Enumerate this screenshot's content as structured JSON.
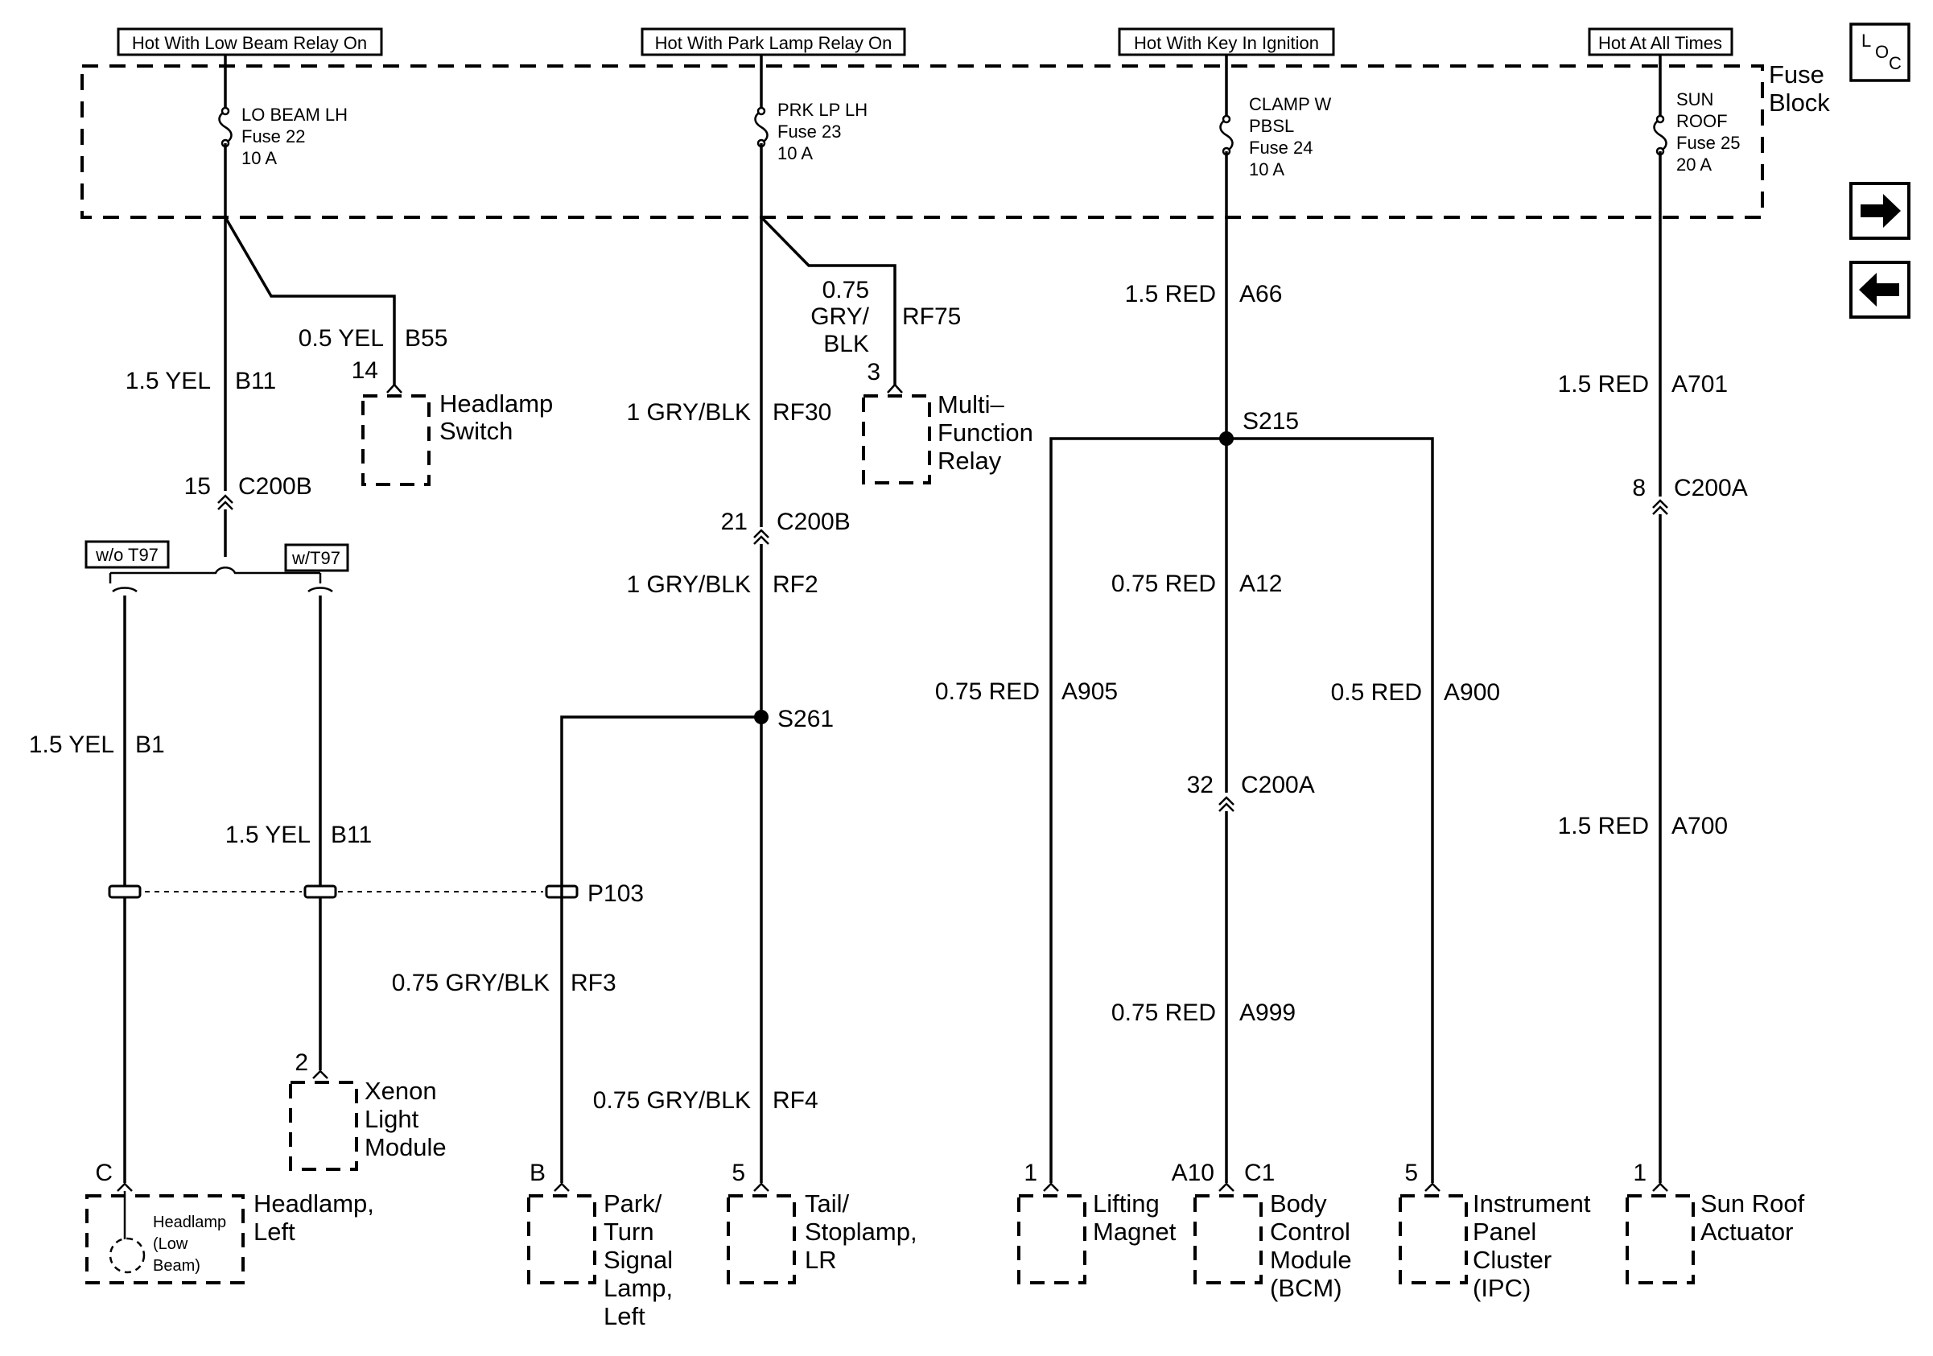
{
  "headers": {
    "h1": "Hot With Low Beam Relay On",
    "h2": "Hot With Park Lamp Relay On",
    "h3": "Hot With Key In Ignition",
    "h4": "Hot At All Times"
  },
  "fuse_block": {
    "label_1": "Fuse",
    "label_2": "Block"
  },
  "fuses": {
    "f22": [
      "LO BEAM LH",
      "Fuse 22",
      "10 A"
    ],
    "f23": [
      "PRK LP LH",
      "Fuse 23",
      "10 A"
    ],
    "f24": [
      "CLAMP W",
      "PBSL",
      "Fuse 24",
      "10 A"
    ],
    "f25": [
      "SUN",
      "ROOF",
      "Fuse 25",
      "20 A"
    ]
  },
  "loc": {
    "l": "L",
    "o": "O",
    "c": "C"
  },
  "wires": {
    "b11_top": [
      "1.5 YEL",
      "B11"
    ],
    "b55": [
      "0.5 YEL",
      "B55"
    ],
    "rf30": [
      "1 GRY/BLK",
      "RF30"
    ],
    "rf75_size": "0.75",
    "rf75_color_1": "GRY/",
    "rf75_color_2": "BLK",
    "rf75_circuit": "RF75",
    "rf2": [
      "1 GRY/BLK",
      "RF2"
    ],
    "a66": [
      "1.5 RED",
      "A66"
    ],
    "a12": [
      "0.75 RED",
      "A12"
    ],
    "a905": [
      "0.75 RED",
      "A905"
    ],
    "a900": [
      "0.5 RED",
      "A900"
    ],
    "a999": [
      "0.75 RED",
      "A999"
    ],
    "a701": [
      "1.5 RED",
      "A701"
    ],
    "a700": [
      "1.5 RED",
      "A700"
    ],
    "b1": [
      "1.5 YEL",
      "B1"
    ],
    "b11_low": [
      "1.5 YEL",
      "B11"
    ],
    "rf3": [
      "0.75 GRY/BLK",
      "RF3"
    ],
    "rf4": [
      "0.75 GRY/BLK",
      "RF4"
    ]
  },
  "connectors": {
    "c200b_15": [
      "15",
      "C200B"
    ],
    "c200b_21": [
      "21",
      "C200B"
    ],
    "c200a_32": [
      "32",
      "C200A"
    ],
    "c200a_8": [
      "8",
      "C200A"
    ],
    "p103": "P103"
  },
  "splices": {
    "s215": "S215",
    "s261": "S261"
  },
  "options": {
    "wo_t97": "w/o T97",
    "w_t97": "w/T97"
  },
  "pins": {
    "hs": "14",
    "mfr": "3",
    "xenon": "2",
    "headlamp": "C",
    "park": "B",
    "tail": "5",
    "lift": "1",
    "bcm_a": "A10",
    "bcm_b": "C1",
    "ipc": "5",
    "sun": "1"
  },
  "components": {
    "headlamp_switch": [
      "Headlamp",
      "Switch"
    ],
    "mfr": [
      "Multi–",
      "Function",
      "Relay"
    ],
    "xenon": [
      "Xenon",
      "Light",
      "Module"
    ],
    "headlamp_left": [
      "Headlamp,",
      "Left"
    ],
    "headlamp_inner": [
      "Headlamp",
      "(Low",
      "Beam)"
    ],
    "park_turn": [
      "Park/",
      "Turn",
      "Signal",
      "Lamp,",
      "Left"
    ],
    "tail": [
      "Tail/",
      "Stoplamp,",
      "LR"
    ],
    "lifting": [
      "Lifting",
      "Magnet"
    ],
    "bcm": [
      "Body",
      "Control",
      "Module",
      "(BCM)"
    ],
    "ipc": [
      "Instrument",
      "Panel",
      "Cluster",
      "(IPC)"
    ],
    "sunroof": [
      "Sun Roof",
      "Actuator"
    ]
  }
}
